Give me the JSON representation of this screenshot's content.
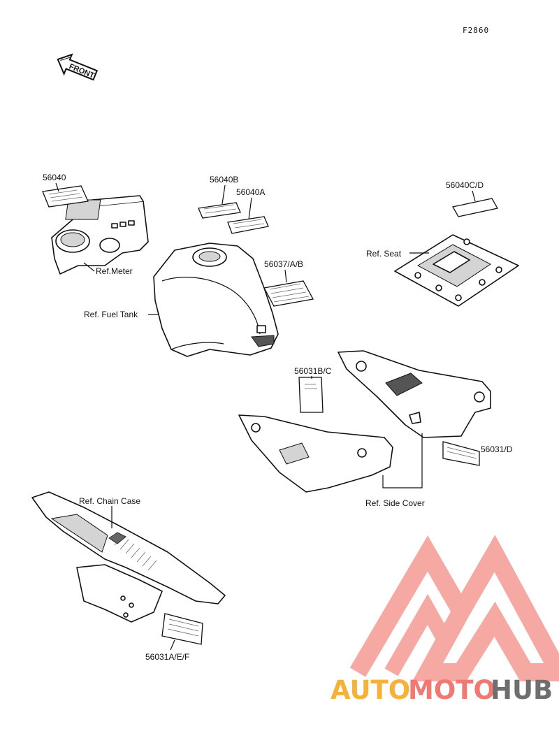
{
  "figure_code": "F2860",
  "front_arrow_label": "FRONT",
  "callouts": {
    "part_56040": "56040",
    "part_56040B": "56040B",
    "part_56040A": "56040A",
    "part_56040CD": "56040C/D",
    "part_56037": "56037/A/B",
    "part_56031BC": "56031B/C",
    "part_56031D": "56031/D",
    "part_56031AEF": "56031A/E/F",
    "ref_meter": "Ref.Meter",
    "ref_fuel_tank": "Ref. Fuel Tank",
    "ref_seat": "Ref. Seat",
    "ref_side_cover": "Ref. Side Cover",
    "ref_chain_case": "Ref. Chain Case"
  },
  "watermark": {
    "word_1": "AUTO",
    "word_2": "MOTO",
    "word_3": "HUB",
    "colors": {
      "orange": "#f5b23a",
      "red": "#f07a73",
      "gray": "#6e6e6e"
    }
  }
}
